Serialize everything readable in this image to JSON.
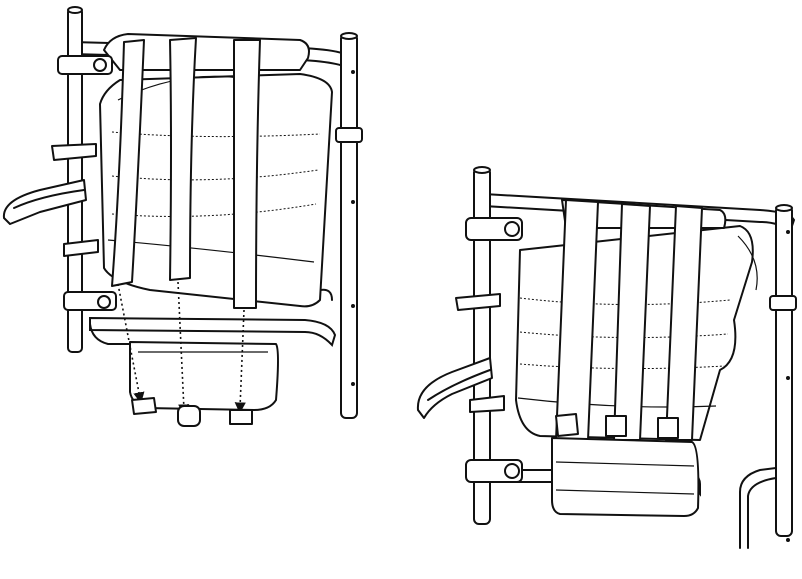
{
  "figure": {
    "panels": [
      {
        "name": "before-assembly",
        "arrow_count": 3
      },
      {
        "name": "after-assembly",
        "buckle_count": 3
      }
    ],
    "colors": {
      "line": "#111111",
      "background": "#ffffff"
    },
    "icons": [
      "frame-icon",
      "strap-icon",
      "buckle-icon",
      "dotted-arrow-icon"
    ]
  }
}
